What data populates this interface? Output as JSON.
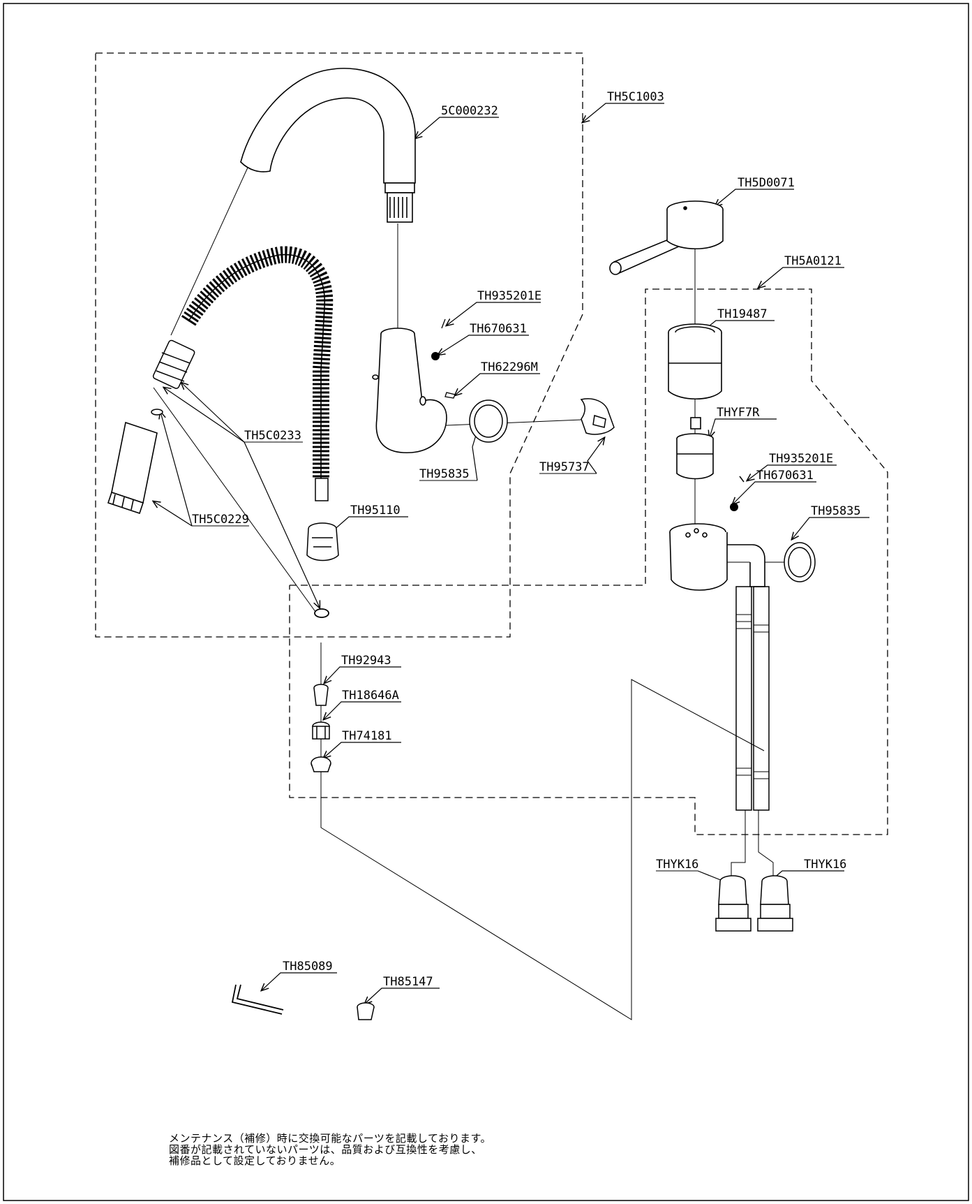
{
  "diagram": {
    "part_numbers": {
      "spout": "5C000232",
      "spout_assembly": "TH5C1003",
      "handle": "TH5D0071",
      "body_assembly": "TH5A0121",
      "screw_left": "TH935201E",
      "ball_left": "TH670631",
      "pin": "TH62296M",
      "cap_nut": "TH19487",
      "cartridge": "THYF7R",
      "screw_right": "TH935201E",
      "ball_right": "TH670631",
      "oring_right": "TH95835",
      "hose_connector": "TH5C0233",
      "shower_head": "TH5C0229",
      "oring_left": "TH95835",
      "clip": "TH95737",
      "weight": "TH95110",
      "check_valve": "TH92943",
      "nut": "TH18646A",
      "clamp": "TH74181",
      "valve_left": "THYK16",
      "valve_right": "THYK16",
      "hex_wrench": "TH85089",
      "adapter": "TH85147"
    },
    "notes": [
      "メンテナンス（補修）時に交換可能なパーツを記載しております。",
      "図番が記載されていないパーツは、品質および互換性を考慮し、",
      "補修品として設定しておりません。"
    ]
  }
}
